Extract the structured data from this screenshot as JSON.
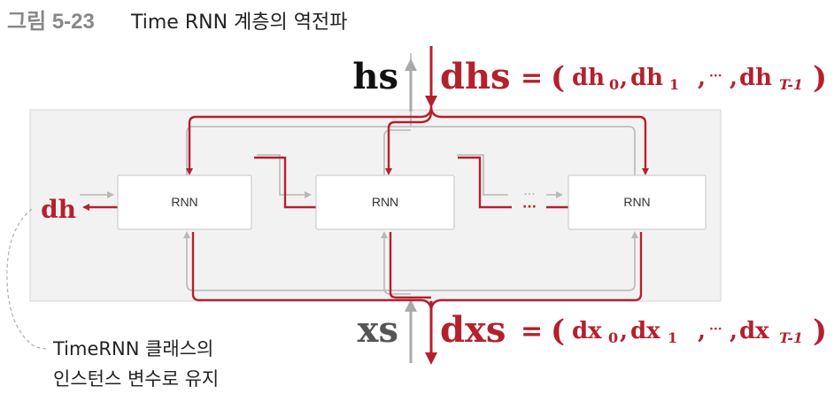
{
  "figure": {
    "number": "그림 5-23",
    "title": "Time RNN 계층의 역전파"
  },
  "nodes": {
    "rnn_1": "RNN",
    "rnn_2": "RNN",
    "rnn_3": "RNN",
    "ellipsis_top": "···",
    "ellipsis_bottom": "···"
  },
  "labels": {
    "hs": "hs",
    "dhs": "dhs",
    "xs": "xs",
    "dxs": "dxs",
    "dh": "dh"
  },
  "formula_dhs": {
    "equals": "=",
    "open": "(",
    "close": ")",
    "terms": [
      {
        "base": "dh",
        "sub": "0",
        "sep": ","
      },
      {
        "base": "dh",
        "sub": "1",
        "sep": ","
      },
      {
        "base": "···",
        "sub": "",
        "sep": ","
      },
      {
        "base": "dh",
        "sub": "T-1",
        "sep": ""
      }
    ]
  },
  "formula_dxs": {
    "equals": "=",
    "open": "(",
    "close": ")",
    "terms": [
      {
        "base": "dx",
        "sub": "0",
        "sep": ","
      },
      {
        "base": "dx",
        "sub": "1",
        "sep": ","
      },
      {
        "base": "···",
        "sub": "",
        "sep": ","
      },
      {
        "base": "dx",
        "sub": "T-1",
        "sep": ""
      }
    ]
  },
  "note": {
    "line1": "TimeRNN 클래스의",
    "line2": "인스턴스 변수로 유지"
  },
  "colors": {
    "red": "#b5202e",
    "gray_line": "#b8b8b8",
    "gray_arrow": "#aaaaaa",
    "panel_fill": "#f2f2f2",
    "panel_border": "#d4d4d4",
    "box_border": "#c6c6c6"
  }
}
